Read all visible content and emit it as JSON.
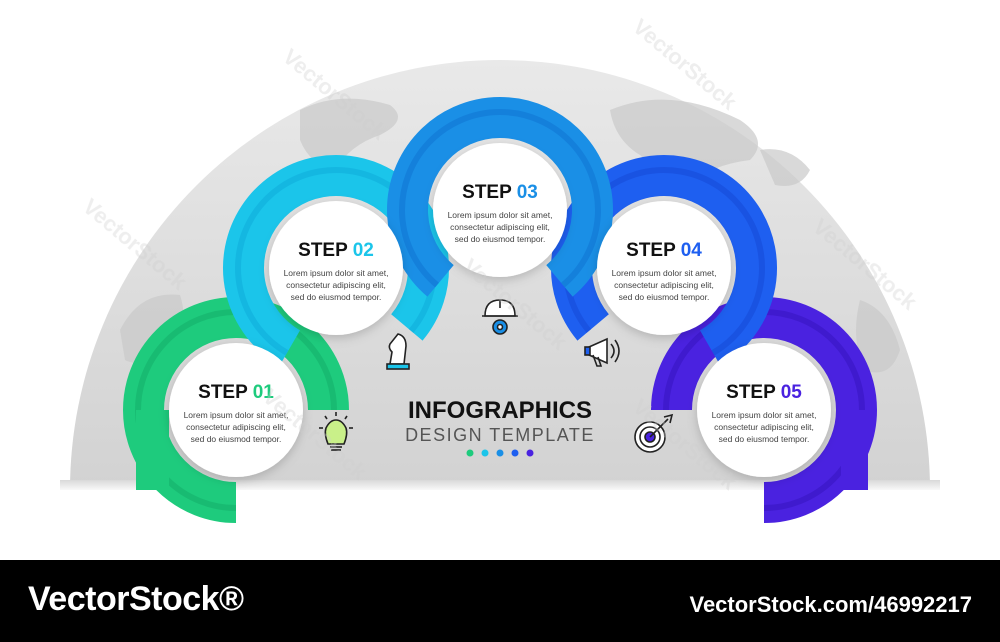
{
  "title": "INFOGRAPHICS",
  "subtitle": "DESIGN TEMPLATE",
  "body_text": {
    "line1": "Lorem ipsum dolor sit amet,",
    "line2": "consectetur adipiscing elit,",
    "line3": "sed do eiusmod tempor."
  },
  "steps": [
    {
      "label": "STEP 01",
      "word": "STEP ",
      "num": "01",
      "color": "#1ecb7d",
      "color_dark": "#11a866",
      "icon": "lightbulb-icon"
    },
    {
      "label": "STEP 02",
      "word": "STEP ",
      "num": "02",
      "color": "#1bc5ea",
      "color_dark": "#0ea7d6",
      "icon": "chess-knight-icon"
    },
    {
      "label": "STEP 03",
      "word": "STEP ",
      "num": "03",
      "color": "#1a8fe6",
      "color_dark": "#0e6fcf",
      "icon": "helmet-gear-icon"
    },
    {
      "label": "STEP 04",
      "word": "STEP ",
      "num": "04",
      "color": "#1e5ff0",
      "color_dark": "#1545d0",
      "icon": "megaphone-icon"
    },
    {
      "label": "STEP 05",
      "word": "STEP ",
      "num": "05",
      "color": "#4a22e0",
      "color_dark": "#3312b8",
      "icon": "target-icon"
    }
  ],
  "watermark": "VectorStock",
  "footer": {
    "brand": "VectorStock®",
    "image_id": "VectorStock.com/46992217"
  }
}
